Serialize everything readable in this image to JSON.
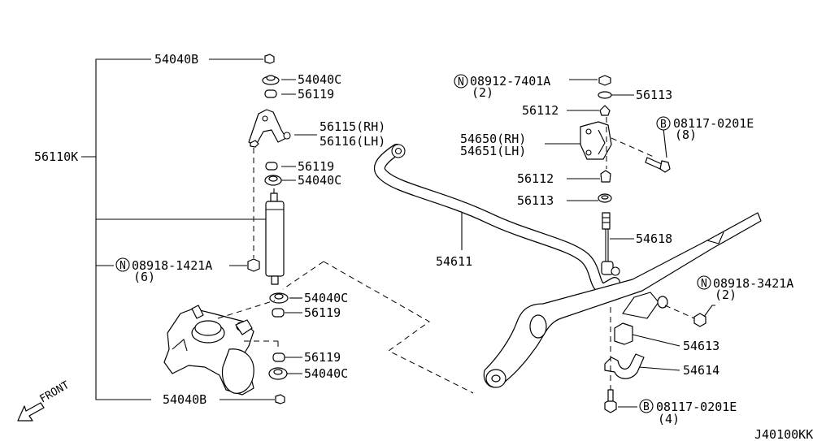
{
  "diagram_id": "J40100KK",
  "front_label": "FRONT",
  "left_group": {
    "assembly": "56110K",
    "top_nut": "54040B",
    "upper_washer": "54040C",
    "upper_bushing": "56119",
    "bracket_rh": "56115(RH)",
    "bracket_lh": "56116(LH)",
    "mid_bushing": "56119",
    "mid_washer": "54040C",
    "bolt_marker": "N",
    "bolt": "08918-1421A",
    "bolt_qty": "(6)",
    "lower_washer": "54040C",
    "lower_bushing": "56119",
    "bottom_bushing": "56119",
    "bottom_washer": "54040C",
    "bottom_nut": "54040B"
  },
  "right_group": {
    "nut_marker": "N",
    "nut": "08912-7401A",
    "nut_qty": "(2)",
    "washer_top": "56113",
    "bushing_top": "56112",
    "bolt_marker": "B",
    "bolt": "08117-0201E",
    "bolt_qty": "(8)",
    "bracket_rh": "54650(RH)",
    "bracket_lh": "54651(LH)",
    "bushing_bottom": "56112",
    "washer_bottom": "56113",
    "link": "54618",
    "stabilizer_bar": "54611",
    "clamp_nut_marker": "N",
    "clamp_nut": "08918-3421A",
    "clamp_nut_qty": "(2)",
    "bar_bushing": "54613",
    "clamp": "54614",
    "clamp_bolt_marker": "B",
    "clamp_bolt": "08117-0201E",
    "clamp_bolt_qty": "(4)"
  }
}
